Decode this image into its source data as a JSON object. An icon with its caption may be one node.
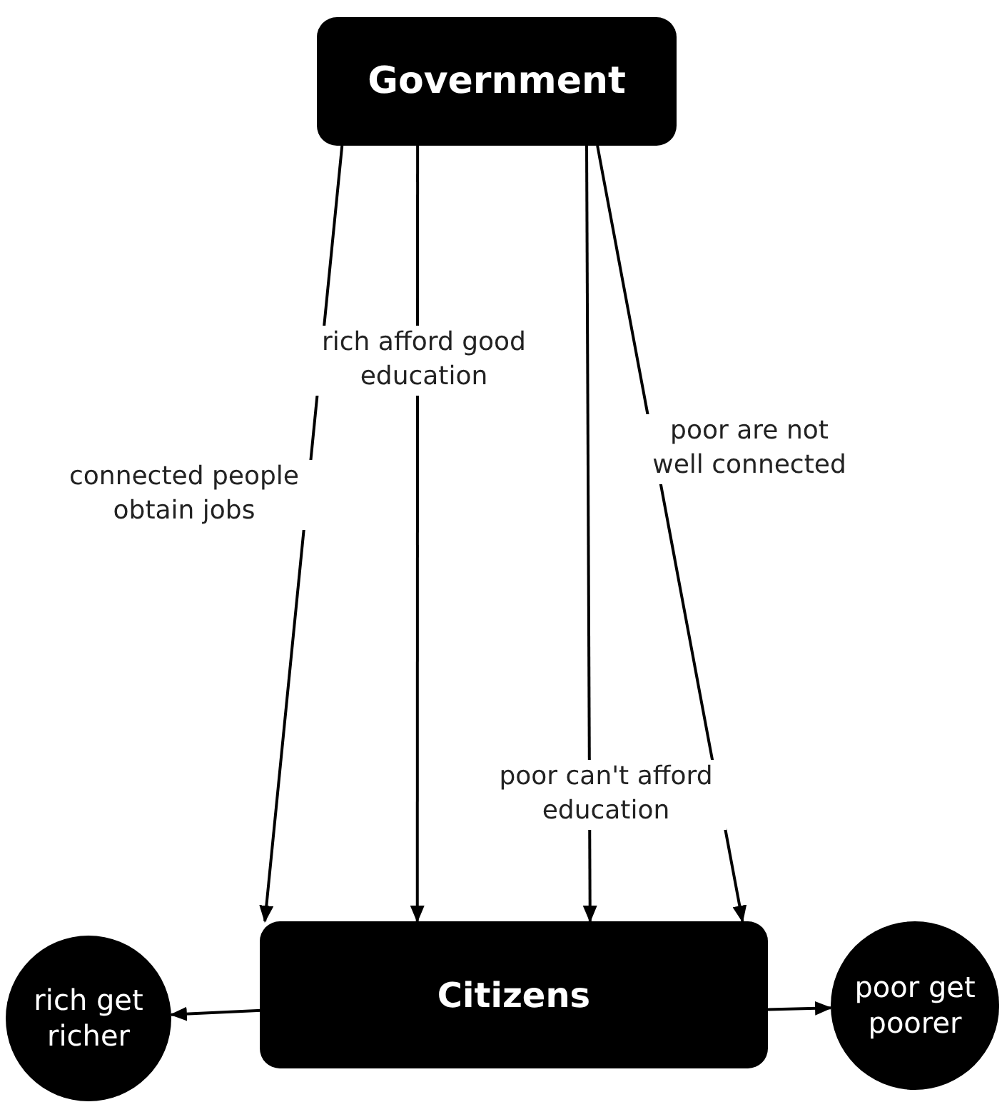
{
  "diagram": {
    "nodes": [
      {
        "text": [
          "Government"
        ]
      },
      {
        "text": [
          "Citizens"
        ]
      },
      {
        "text": [
          "rich get richer"
        ]
      },
      {
        "text": [
          "poor get poorer"
        ]
      }
    ],
    "edges": [
      {
        "from": 0,
        "to": 1,
        "arrow": "to",
        "label": "connected people obtain jobs"
      },
      {
        "from": 0,
        "to": 1,
        "arrow": "to",
        "label": "rich afford good education"
      },
      {
        "from": 0,
        "to": 1,
        "arrow": "to",
        "label": "poor can't afford education"
      },
      {
        "from": 0,
        "to": 1,
        "arrow": "to",
        "label": "poor are not well connected"
      },
      {
        "from": 1,
        "to": 2,
        "arrow": "to"
      },
      {
        "from": 1,
        "to": 3,
        "arrow": "to"
      }
    ]
  }
}
